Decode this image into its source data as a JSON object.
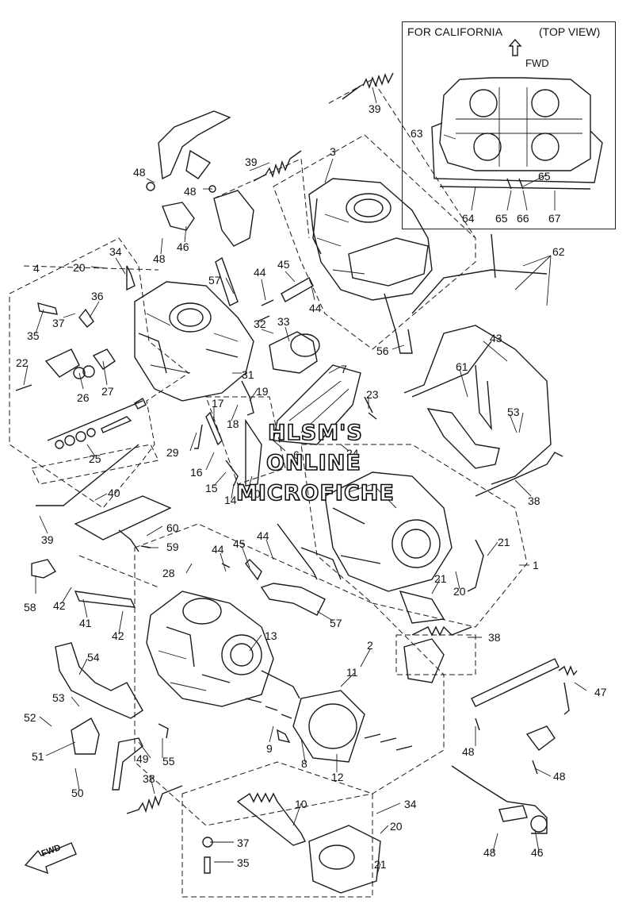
{
  "california_inset": {
    "title": "FOR CALIFORNIA",
    "view": "(TOP VIEW)",
    "fwd_label": "FWD"
  },
  "corner_fwd_label": "FWD",
  "watermark": {
    "line1": "HLSM'S",
    "line2": "ONLINE",
    "line3": "MICROFICHE"
  },
  "callouts": [
    {
      "id": "c1",
      "text": "39"
    },
    {
      "id": "c2",
      "text": "3"
    },
    {
      "id": "c3",
      "text": "63"
    },
    {
      "id": "c4",
      "text": "64"
    },
    {
      "id": "c5",
      "text": "65"
    },
    {
      "id": "c6",
      "text": "65"
    },
    {
      "id": "c7",
      "text": "66"
    },
    {
      "id": "c8",
      "text": "67"
    },
    {
      "id": "c9",
      "text": "48"
    },
    {
      "id": "c10",
      "text": "48"
    },
    {
      "id": "c11",
      "text": "39"
    },
    {
      "id": "c12",
      "text": "46"
    },
    {
      "id": "c13",
      "text": "48"
    },
    {
      "id": "c14",
      "text": "4"
    },
    {
      "id": "c15",
      "text": "20"
    },
    {
      "id": "c16",
      "text": "34"
    },
    {
      "id": "c17",
      "text": "57"
    },
    {
      "id": "c18",
      "text": "44"
    },
    {
      "id": "c19",
      "text": "45"
    },
    {
      "id": "c20",
      "text": "44"
    },
    {
      "id": "c21",
      "text": "62"
    },
    {
      "id": "c22",
      "text": "36"
    },
    {
      "id": "c23",
      "text": "35"
    },
    {
      "id": "c24",
      "text": "37"
    },
    {
      "id": "c25",
      "text": "32"
    },
    {
      "id": "c26",
      "text": "33"
    },
    {
      "id": "c27",
      "text": "43"
    },
    {
      "id": "c28",
      "text": "56"
    },
    {
      "id": "c29",
      "text": "22"
    },
    {
      "id": "c30",
      "text": "26"
    },
    {
      "id": "c31",
      "text": "27"
    },
    {
      "id": "c32",
      "text": "31"
    },
    {
      "id": "c33",
      "text": "7"
    },
    {
      "id": "c34",
      "text": "61"
    },
    {
      "id": "c35",
      "text": "19"
    },
    {
      "id": "c36",
      "text": "23"
    },
    {
      "id": "c37",
      "text": "17"
    },
    {
      "id": "c38",
      "text": "18"
    },
    {
      "id": "c39",
      "text": "53"
    },
    {
      "id": "c40",
      "text": "29"
    },
    {
      "id": "c41",
      "text": "6"
    },
    {
      "id": "c42",
      "text": "24"
    },
    {
      "id": "c43",
      "text": "25"
    },
    {
      "id": "c44",
      "text": "16"
    },
    {
      "id": "c45",
      "text": "15"
    },
    {
      "id": "c46",
      "text": "14"
    },
    {
      "id": "c47",
      "text": "30"
    },
    {
      "id": "c48",
      "text": "40"
    },
    {
      "id": "c49",
      "text": "38"
    },
    {
      "id": "c50",
      "text": "60"
    },
    {
      "id": "c51",
      "text": "39"
    },
    {
      "id": "c52",
      "text": "59"
    },
    {
      "id": "c53",
      "text": "44"
    },
    {
      "id": "c54",
      "text": "45"
    },
    {
      "id": "c55",
      "text": "44"
    },
    {
      "id": "c56",
      "text": "21"
    },
    {
      "id": "c57",
      "text": "1"
    },
    {
      "id": "c58",
      "text": "28"
    },
    {
      "id": "c59",
      "text": "21"
    },
    {
      "id": "c60",
      "text": "20"
    },
    {
      "id": "c61",
      "text": "58"
    },
    {
      "id": "c62",
      "text": "42"
    },
    {
      "id": "c63",
      "text": "41"
    },
    {
      "id": "c64",
      "text": "42"
    },
    {
      "id": "c65",
      "text": "57"
    },
    {
      "id": "c66",
      "text": "13"
    },
    {
      "id": "c67",
      "text": "2"
    },
    {
      "id": "c68",
      "text": "38"
    },
    {
      "id": "c69",
      "text": "54"
    },
    {
      "id": "c70",
      "text": "11"
    },
    {
      "id": "c71",
      "text": "47"
    },
    {
      "id": "c72",
      "text": "53"
    },
    {
      "id": "c73",
      "text": "52"
    },
    {
      "id": "c74",
      "text": "9"
    },
    {
      "id": "c75",
      "text": "51"
    },
    {
      "id": "c76",
      "text": "49"
    },
    {
      "id": "c77",
      "text": "55"
    },
    {
      "id": "c78",
      "text": "8"
    },
    {
      "id": "c79",
      "text": "12"
    },
    {
      "id": "c80",
      "text": "48"
    },
    {
      "id": "c81",
      "text": "48"
    },
    {
      "id": "c82",
      "text": "50"
    },
    {
      "id": "c83",
      "text": "38"
    },
    {
      "id": "c84",
      "text": "10"
    },
    {
      "id": "c85",
      "text": "34"
    },
    {
      "id": "c86",
      "text": "20"
    },
    {
      "id": "c87",
      "text": "37"
    },
    {
      "id": "c88",
      "text": "35"
    },
    {
      "id": "c89",
      "text": "21"
    },
    {
      "id": "c90",
      "text": "48"
    },
    {
      "id": "c91",
      "text": "46"
    }
  ]
}
